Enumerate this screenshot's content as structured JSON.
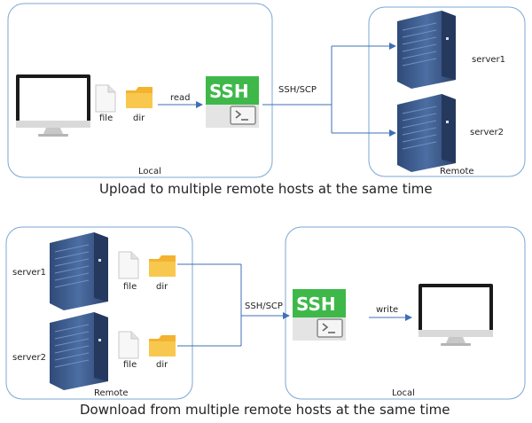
{
  "upload": {
    "caption": "Upload to multiple remote hosts at the same time",
    "local_group_label": "Local",
    "remote_group_label": "Remote",
    "file_label": "file",
    "dir_label": "dir",
    "read_label": "read",
    "ssh_label": "SSH",
    "protocol_label": "SSH/SCP",
    "server1_label": "server1",
    "server2_label": "server2"
  },
  "download": {
    "caption": "Download from multiple remote hosts at the same time",
    "remote_group_label": "Remote",
    "local_group_label": "Local",
    "server1_label": "server1",
    "server2_label": "server2",
    "file1_label": "file",
    "dir1_label": "dir",
    "file2_label": "file",
    "dir2_label": "dir",
    "protocol_label": "SSH/SCP",
    "ssh_label": "SSH",
    "write_label": "write"
  },
  "colors": {
    "group_border": "#7ba7d6",
    "arrow": "#3f6fb5",
    "ssh_green": "#3fb84a",
    "server_blue": "#3d5a8a",
    "folder": "#f6c243"
  }
}
